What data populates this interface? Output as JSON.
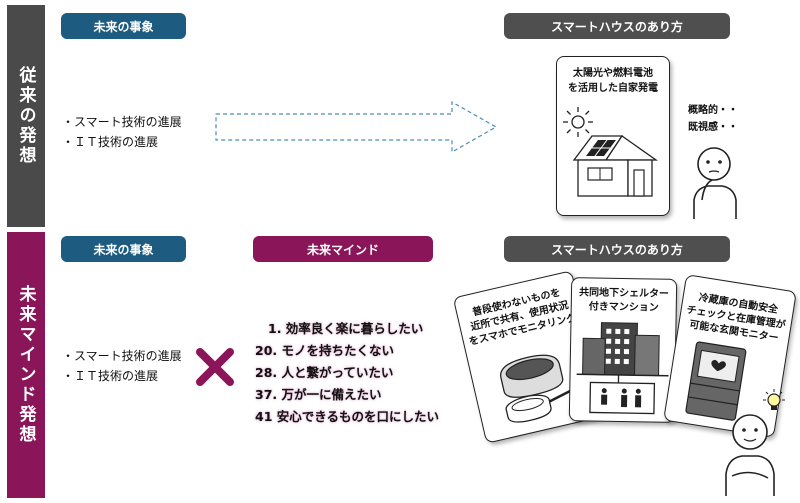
{
  "colors": {
    "section1": "#4a4a4a",
    "section2": "#8b1559",
    "blue": "#1d5b80",
    "magenta": "#8b1559",
    "dark": "#4f4f4f"
  },
  "top": {
    "side_label": "従来の発想",
    "event_header": "未来の事象",
    "bullets": [
      "・スマート技術の進展",
      "・ＩＴ技術の進展"
    ],
    "house_header": "スマートハウスのあり方",
    "card_text": [
      "太陽光や燃料電池",
      "を活用した自家発電"
    ],
    "thought": [
      "概略的・・",
      "既視感・・"
    ]
  },
  "bottom": {
    "side_label": "未来マインド発想",
    "event_header": "未来の事象",
    "bullets": [
      "・スマート技術の進展",
      "・ＩＴ技術の進展"
    ],
    "mind_header": "未来マインド",
    "mind_items": [
      "1. 効率良く楽に暮らしたい",
      "20. モノを持ちたくない",
      "28. 人と繋がっていたい",
      "37. 万が一に備えたい",
      "41 安心できるものを口にしたい"
    ],
    "house_header": "スマートハウスのあり方",
    "card1": [
      "普段使わないものを",
      "近所で共有、使用状況",
      "をスマホでモニタリング"
    ],
    "card2": [
      "共同地下シェルター",
      "付きマンション"
    ],
    "card3": [
      "冷蔵庫の自動安全",
      "チェックと在庫管理が",
      "可能な玄関モニター"
    ]
  }
}
